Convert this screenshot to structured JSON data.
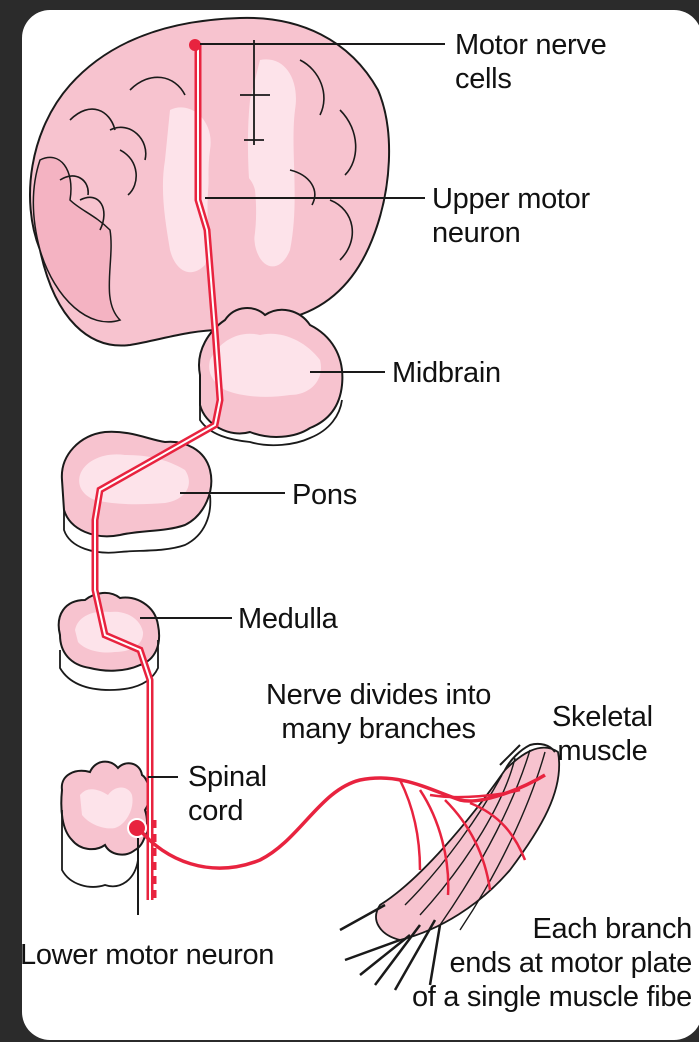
{
  "labels": {
    "motor_nerve_cells": [
      "Motor nerve",
      "cells"
    ],
    "upper_motor_neuron": [
      "Upper motor",
      "neuron"
    ],
    "midbrain": "Midbrain",
    "pons": "Pons",
    "medulla": "Medulla",
    "nerve_divides": [
      "Nerve divides into",
      "many branches"
    ],
    "skeletal_muscle": [
      "Skeletal",
      "muscle"
    ],
    "spinal_cord": [
      "Spinal",
      "cord"
    ],
    "lower_motor_neuron": "Lower motor neuron",
    "each_branch": [
      "Each branch",
      "ends at motor plate",
      "of a single muscle fibe"
    ]
  },
  "colors": {
    "tissue_pink": "#f7c3cf",
    "tissue_light": "#fde3ea",
    "nerve_red": "#e8233f",
    "outline": "#1a1a1a",
    "background": "#2b2b2b"
  }
}
